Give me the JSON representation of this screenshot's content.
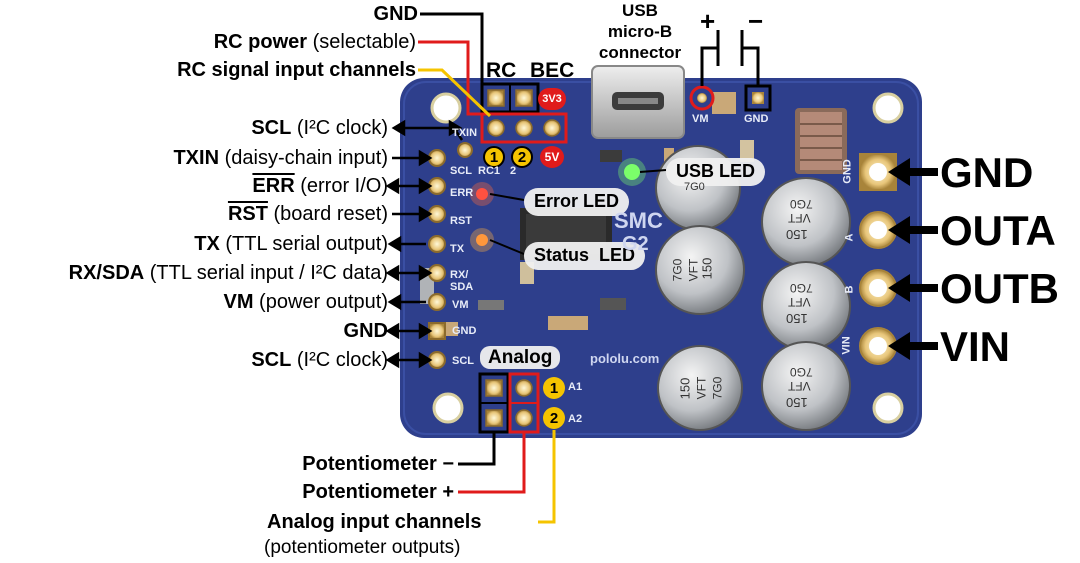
{
  "left_labels": [
    {
      "bold": "SCL",
      "rest": " (I²C clock)"
    },
    {
      "bold": "TXIN",
      "rest": " (daisy-chain input)"
    },
    {
      "bold": "ERR",
      "rest": " (error I/O)"
    },
    {
      "bold": "RST",
      "rest": " (board reset)"
    },
    {
      "bold": "TX",
      "rest": " (TTL serial output)"
    },
    {
      "bold": "RX/SDA",
      "rest": " (TTL serial input / I²C data)"
    },
    {
      "bold": "VM",
      "rest": " (power output)"
    },
    {
      "bold": "GND",
      "rest": ""
    },
    {
      "bold": "SCL",
      "rest": " (I²C clock)"
    }
  ],
  "top_labels": {
    "gnd": "GND",
    "rc_power_bold": "RC power",
    "rc_power_rest": " (selectable)",
    "rc_signal": "RC signal input channels",
    "usb_line1": "USB",
    "usb_line2": "micro-B",
    "usb_line3": "connector",
    "plus": "+",
    "minus": "−"
  },
  "right_labels": [
    "GND",
    "OUTA",
    "OUTB",
    "VIN"
  ],
  "bottom_labels": {
    "pot_minus": "Potentiometer −",
    "pot_plus": "Potentiometer +",
    "analog_inputs": "Analog input channels",
    "analog_sub": "(potentiometer outputs)"
  },
  "board_labels": {
    "rc": "RC",
    "bec": "BEC",
    "v33": "3V3",
    "v5": "5V",
    "analog": "Analog",
    "rc_ch1": "1",
    "rc_ch2": "2",
    "an_ch1": "1",
    "an_ch2": "2",
    "usb_led": "USB LED",
    "error_led": "Error LED",
    "status_led": "Status  LED",
    "logo": "SMC",
    "logo2": "G2",
    "website": "pololu.com",
    "cap_value": "150",
    "cap_code": "VFT",
    "cap_code2": "7G0"
  },
  "silkscreen": {
    "scl": "SCL",
    "txin": "TXIN",
    "err": "ERR",
    "rst": "RST",
    "tx": "TX",
    "rx": "RX/",
    "sda": "SDA",
    "vm": "VM",
    "gnd": "GND",
    "vm_top": "VM",
    "gnd_top": "GND",
    "a1": "A1",
    "a2": "A2",
    "out_gnd": "GND",
    "out_a": "A",
    "out_b": "B",
    "out_vin": "VIN",
    "rc1": "RC1",
    "rc2": "2"
  },
  "colors": {
    "board": "#2e3f8c",
    "black_wire": "#000000",
    "red_wire": "#e01b1b",
    "yellow_wire": "#f5c400"
  }
}
